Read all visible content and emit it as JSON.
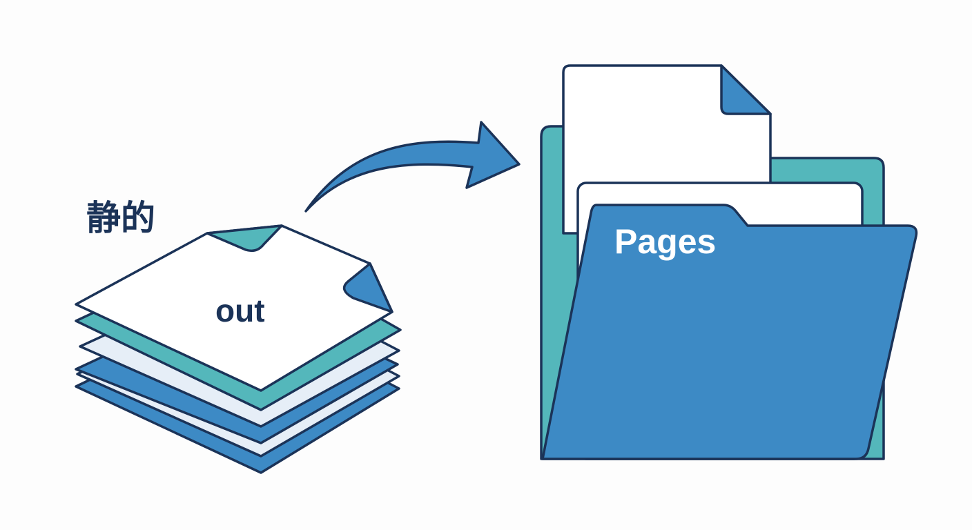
{
  "labels": {
    "static": "静的",
    "out": "out",
    "pages": "Pages"
  },
  "colors": {
    "outline": "#1b3358",
    "blue": "#3d8ac5",
    "teal": "#54b7bb",
    "paper": "#ffffff",
    "pale_blue": "#e6eef7",
    "background": "#fdfdfd"
  },
  "icons": {
    "source": "paper-stack-icon",
    "transfer": "curved-arrow-icon",
    "destination": "folder-icon"
  }
}
